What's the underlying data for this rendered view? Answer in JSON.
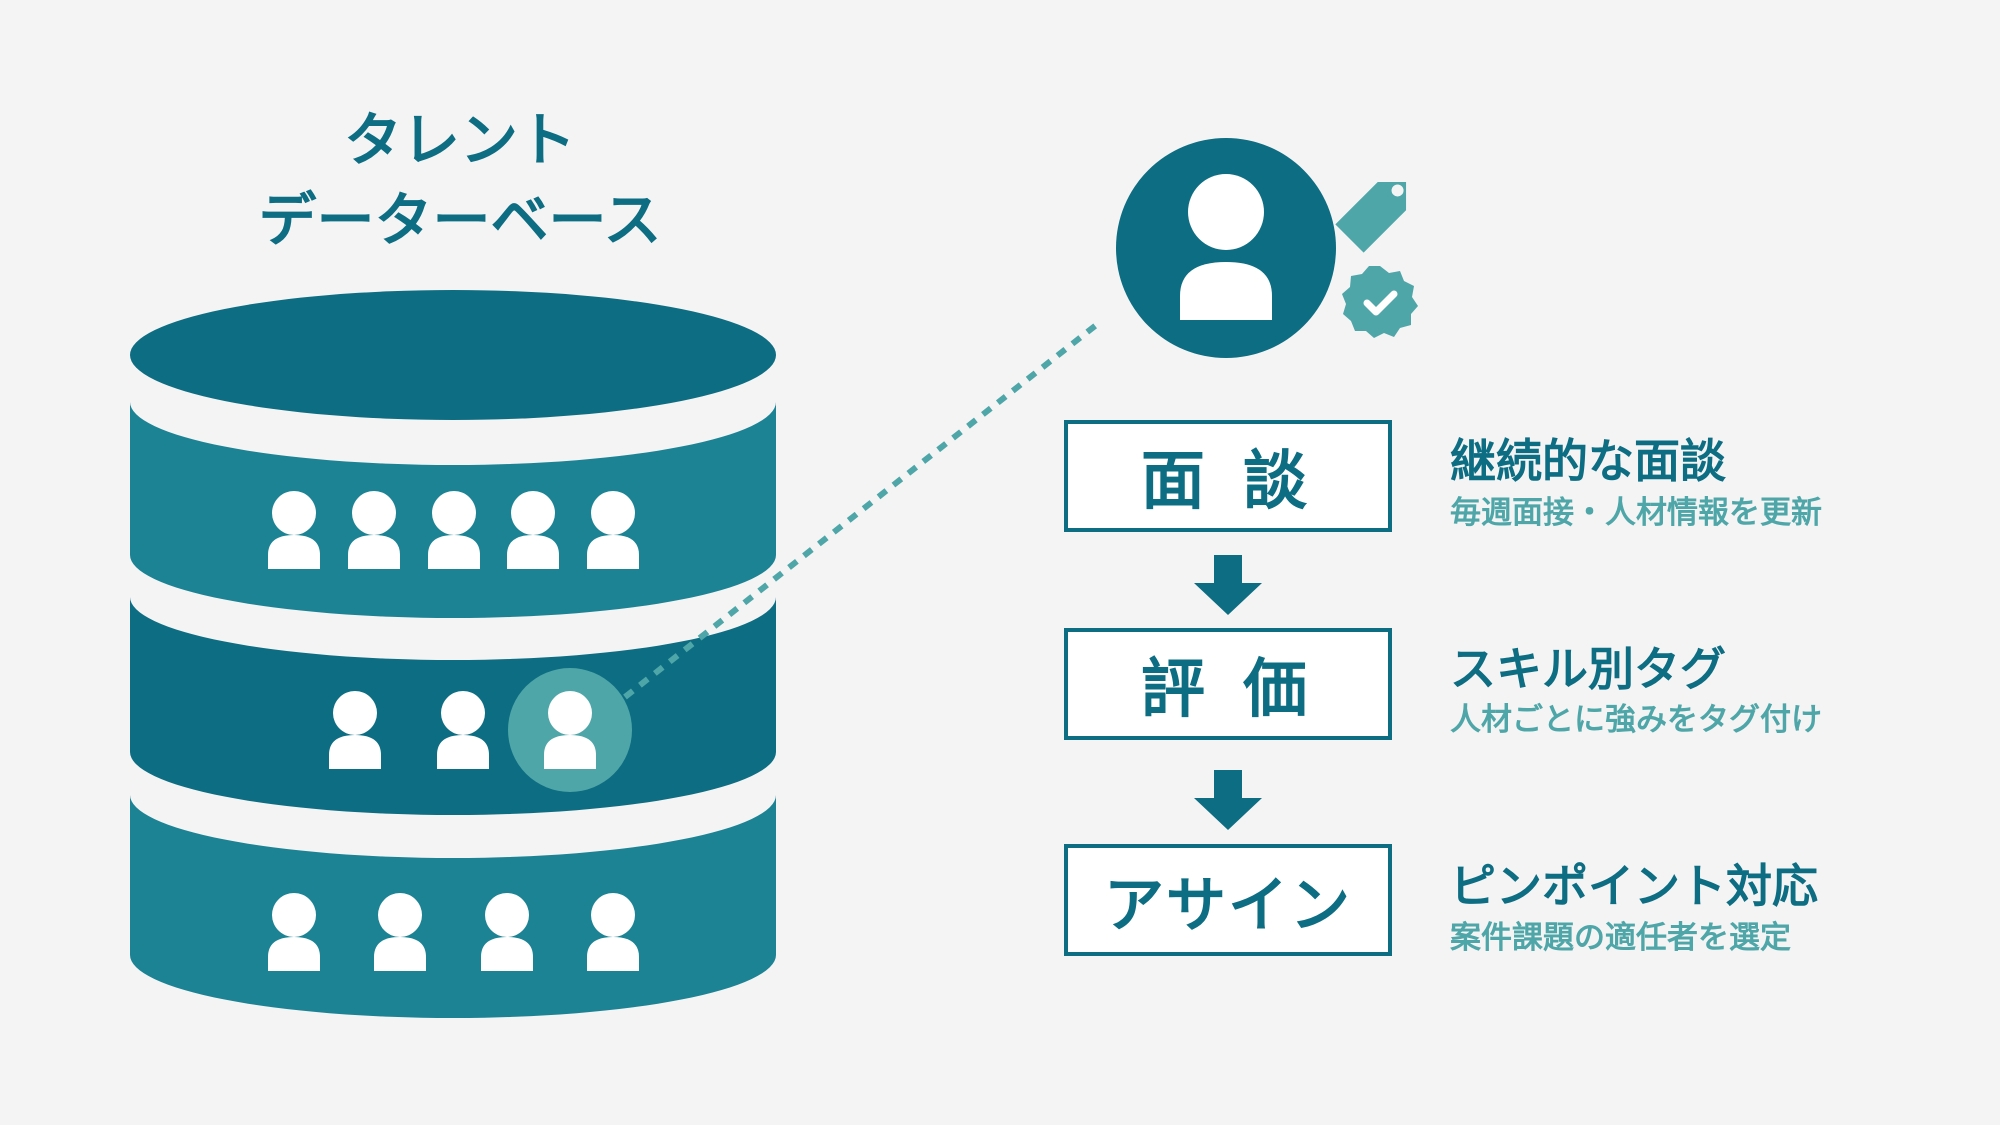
{
  "database": {
    "title_line1": "タレント",
    "title_line2": "データーベース"
  },
  "steps": [
    {
      "box_label": "面 談",
      "title": "継続的な面談",
      "subtitle": "毎週面接・人材情報を更新"
    },
    {
      "box_label": "評 価",
      "title": "スキル別タグ",
      "subtitle": "人材ごとに強みをタグ付け"
    },
    {
      "box_label": "アサイン",
      "title": "ピンポイント対応",
      "subtitle": "案件課題の適任者を選定"
    }
  ],
  "colors": {
    "dark_teal": "#0d6d82",
    "mid_teal": "#1b8394",
    "light_teal": "#4ea6a8",
    "background": "#f4f4f4"
  },
  "icons": [
    "person-icon",
    "tag-icon",
    "verified-badge-icon",
    "arrow-down-icon"
  ]
}
